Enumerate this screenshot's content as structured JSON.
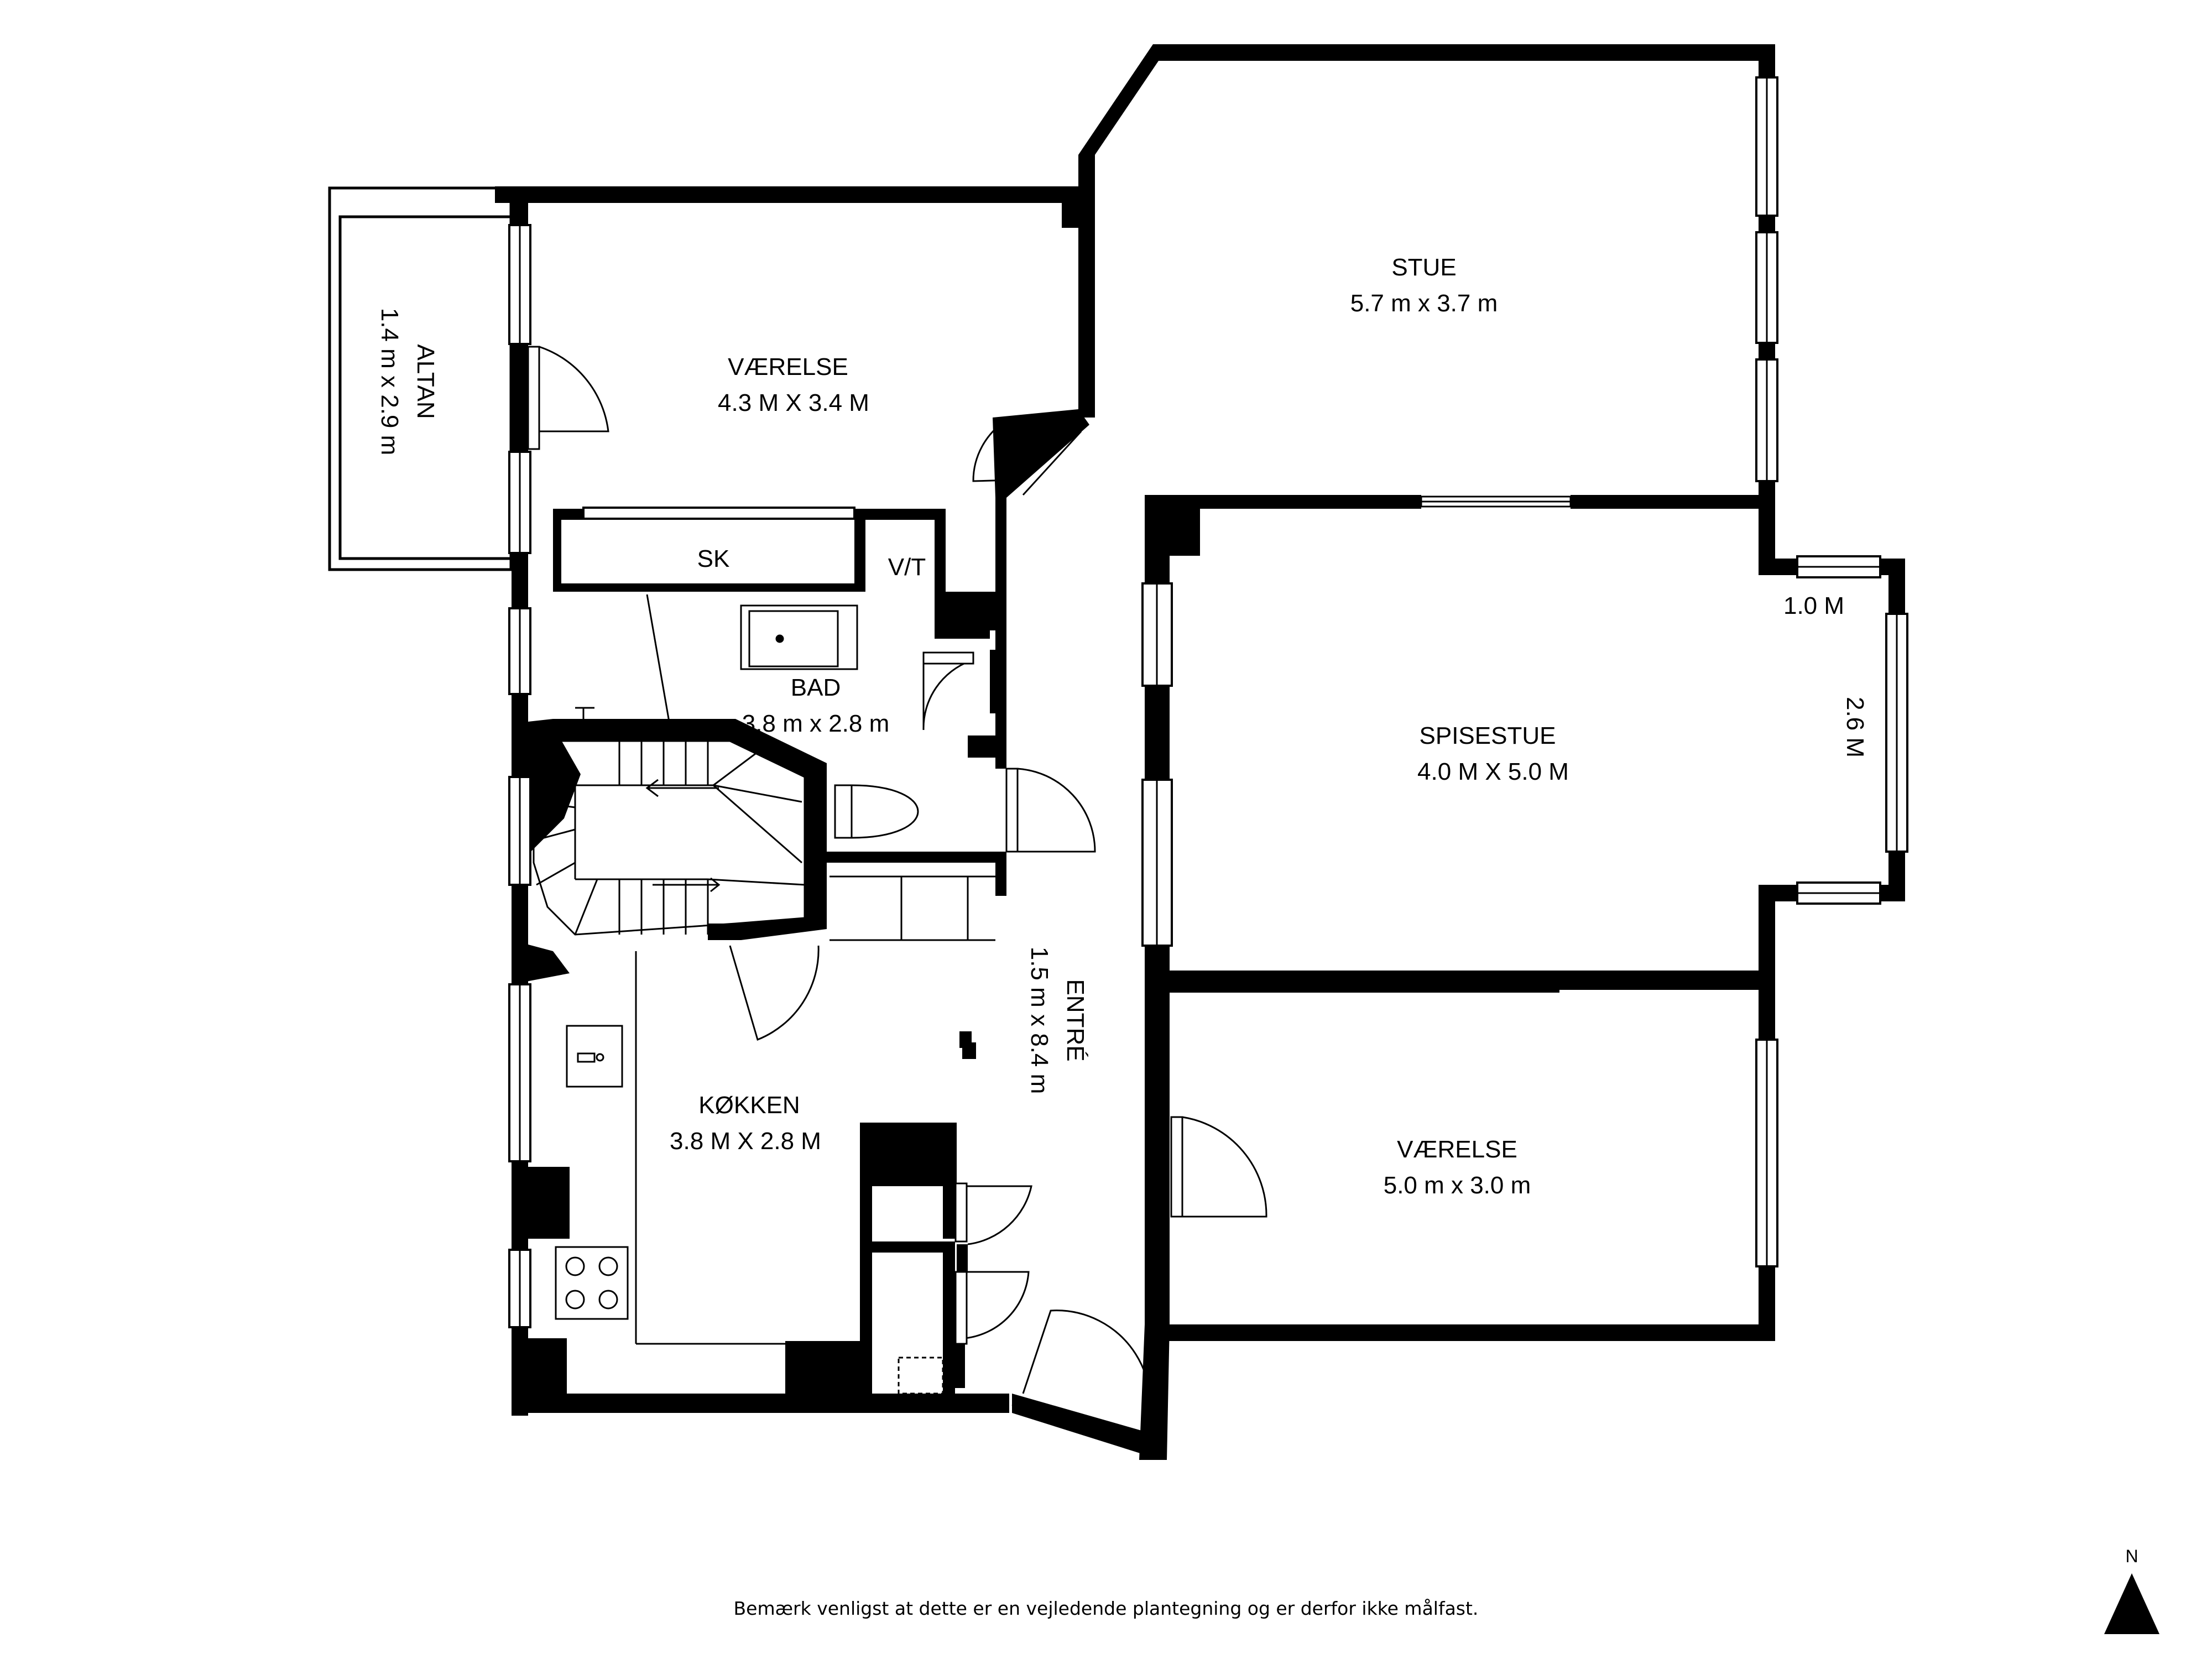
{
  "rooms": {
    "stue": {
      "name": "STUE",
      "size": "5.7 m x 3.7 m"
    },
    "vaerelse_nw": {
      "name": "VÆRELSE",
      "size": "4.3 M X 3.4 M"
    },
    "altan": {
      "name": "ALTAN",
      "size": "1.4 m x 2.9 m"
    },
    "sk": {
      "name": "SK"
    },
    "vt": {
      "name": "V/T"
    },
    "bad": {
      "name": "BAD",
      "size": "3.8 m x 2.8 m"
    },
    "spisestue": {
      "name": "SPISESTUE",
      "size": "4.0 M X 5.0 M"
    },
    "entre": {
      "name": "ENTRÉ",
      "size": "1.5 m x 8.4 m"
    },
    "koekken": {
      "name": "KØKKEN",
      "size": "3.8 M X 2.8 M"
    },
    "vaerelse_se": {
      "name": "VÆRELSE",
      "size": "5.0 m x 3.0 m"
    }
  },
  "bay_dims": {
    "width": "1.0 M",
    "depth": "2.6 M"
  },
  "compass": {
    "label": "N"
  },
  "disclaimer": "Bemærk venligst at dette er en vejledende plantegning og er derfor ikke målfast."
}
